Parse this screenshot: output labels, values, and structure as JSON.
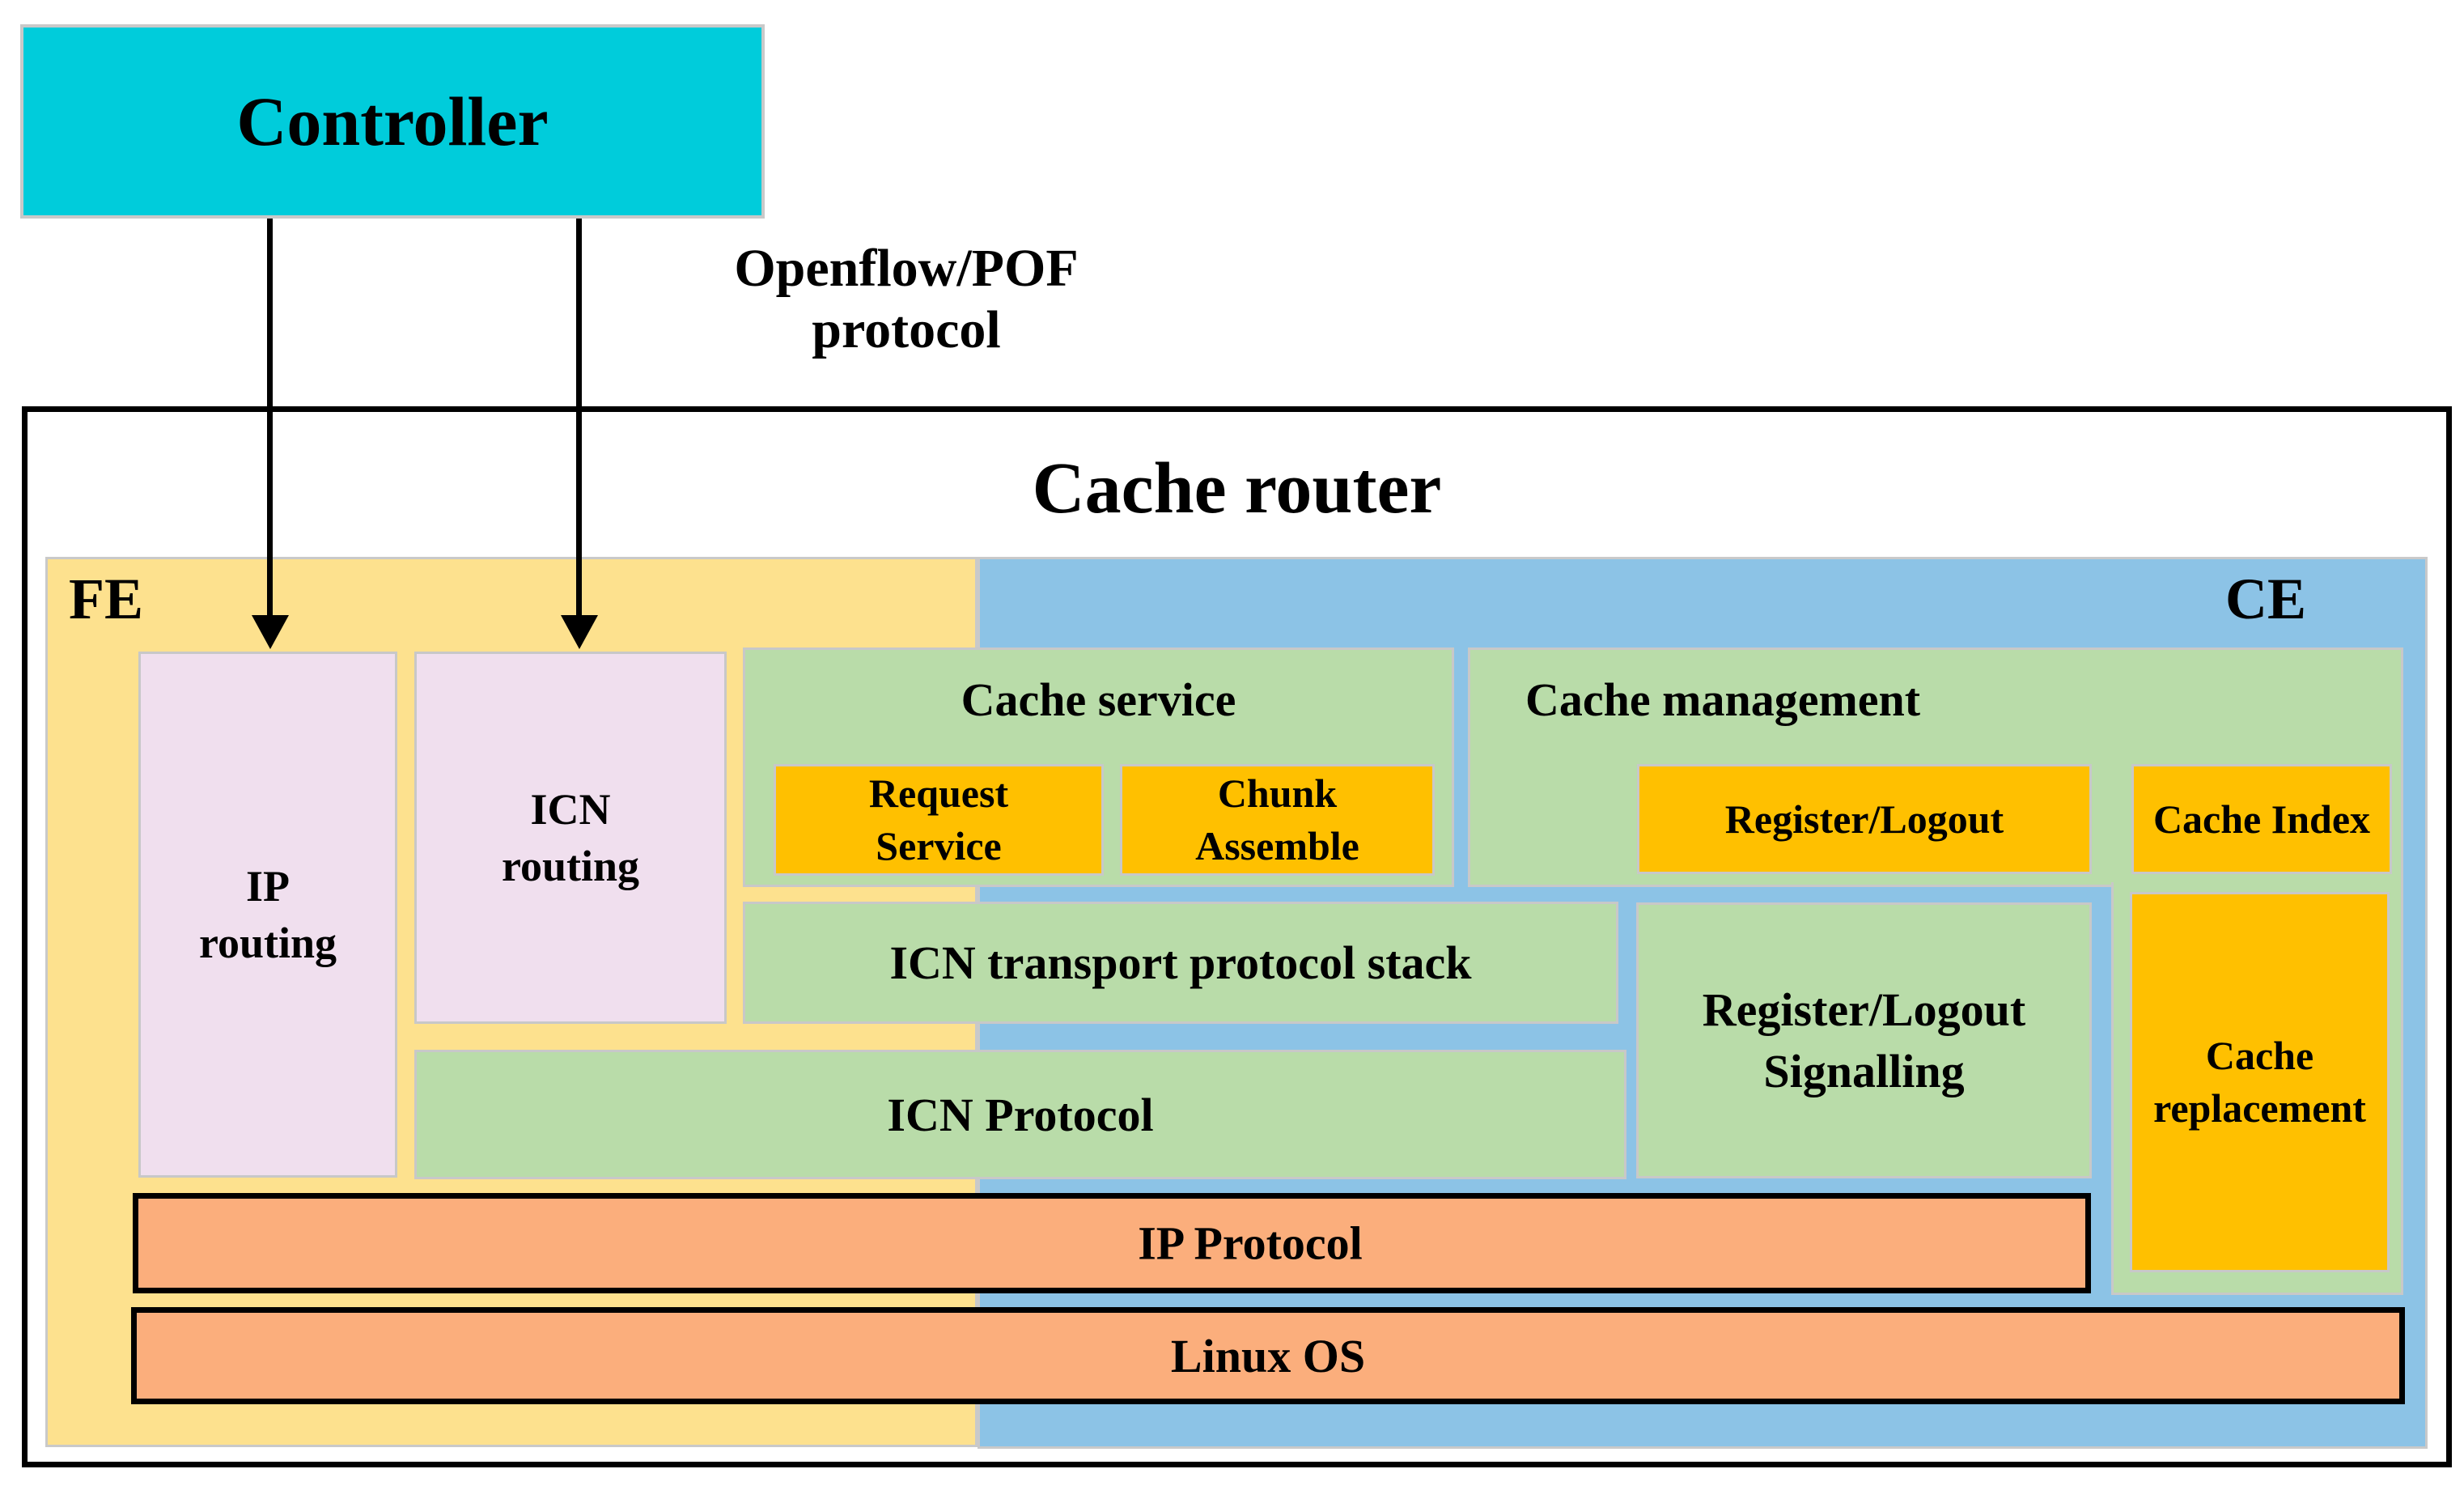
{
  "colors": {
    "controller_cyan": "#00ccdb",
    "fe_yellow": "#fde18e",
    "ce_blue": "#8cc3e6",
    "module_green": "#b9dca9",
    "submodule_gold": "#ffc000",
    "protocol_salmon": "#fbae7c",
    "routing_pink": "#f0dfee",
    "border_gray": "#c8c8c8",
    "line_black": "#000000"
  },
  "controller": {
    "label": "Controller"
  },
  "connection": {
    "protocol_label": "Openflow/POF protocol"
  },
  "cache_router": {
    "title": "Cache router",
    "fe": {
      "label": "FE",
      "ip_routing": {
        "line1": "IP",
        "line2": "routing"
      },
      "icn_routing": {
        "line1": "ICN",
        "line2": "routing"
      }
    },
    "ce": {
      "label": "CE",
      "cache_service": {
        "title": "Cache service",
        "request_service": {
          "line1": "Request",
          "line2": "Service"
        },
        "chunk_assemble": {
          "line1": "Chunk",
          "line2": "Assemble"
        }
      },
      "cache_management": {
        "title": "Cache management",
        "register_logout": {
          "label": "Register/Logout"
        },
        "cache_index": {
          "label": "Cache Index"
        },
        "cache_replacement": {
          "line1": "Cache",
          "line2": "replacement"
        }
      },
      "icn_transport": {
        "label": "ICN transport protocol stack"
      },
      "register_logout_signalling": {
        "line1": "Register/Logout",
        "line2": "Signalling"
      },
      "icn_protocol": {
        "label": "ICN Protocol"
      },
      "ip_protocol": {
        "label": "IP Protocol"
      },
      "linux_os": {
        "label": "Linux OS"
      }
    }
  }
}
